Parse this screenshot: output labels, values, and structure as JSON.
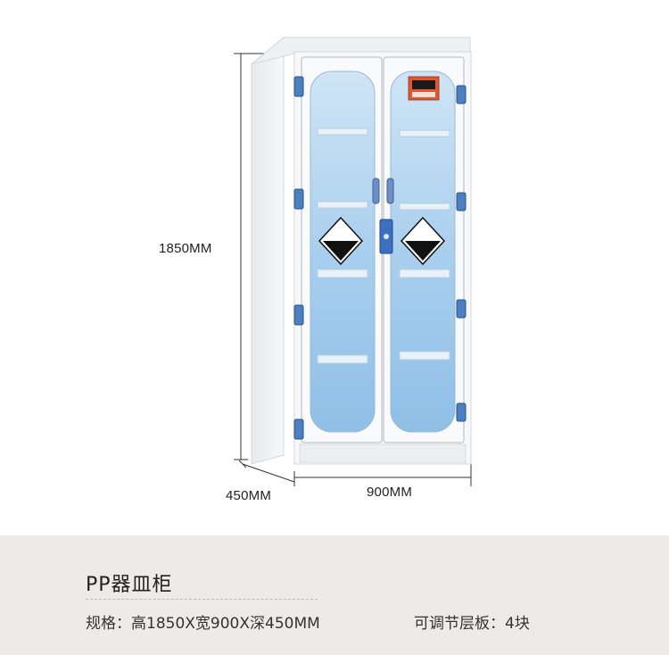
{
  "dimensions": {
    "height": "1850MM",
    "depth": "450MM",
    "width": "900MM"
  },
  "product": {
    "title": "PP器皿柜",
    "spec_size": "规格：高1850X宽900X深450MM",
    "spec_shelves": "可调节层板：4块"
  },
  "colors": {
    "cabinet_body": "#f4f6f8",
    "glass": "#a9cfee",
    "hinge": "#4a7fc0",
    "warning_sign": "#e4572e",
    "footer_background": "#ecebe7"
  }
}
